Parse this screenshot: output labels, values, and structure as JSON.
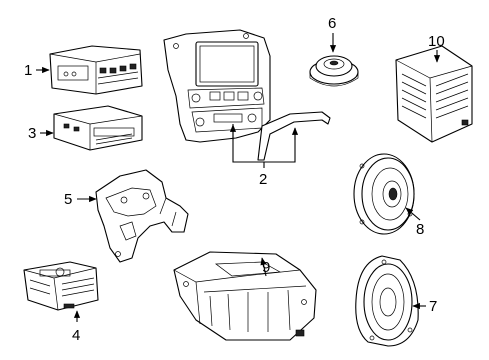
{
  "callouts": [
    "1",
    "2",
    "3",
    "4",
    "5",
    "6",
    "7",
    "8",
    "9",
    "10"
  ],
  "parts": [
    {
      "id": "1",
      "icon": "radio-receiver-module"
    },
    {
      "id": "2",
      "icon": "instrument-panel-bezel-and-trim"
    },
    {
      "id": "3",
      "icon": "control-module"
    },
    {
      "id": "4",
      "icon": "communication-interface-module"
    },
    {
      "id": "5",
      "icon": "mounting-bracket"
    },
    {
      "id": "6",
      "icon": "tweeter-speaker"
    },
    {
      "id": "7",
      "icon": "rear-door-speaker"
    },
    {
      "id": "8",
      "icon": "front-door-speaker"
    },
    {
      "id": "9",
      "icon": "subwoofer-enclosure"
    },
    {
      "id": "10",
      "icon": "amplifier"
    }
  ]
}
